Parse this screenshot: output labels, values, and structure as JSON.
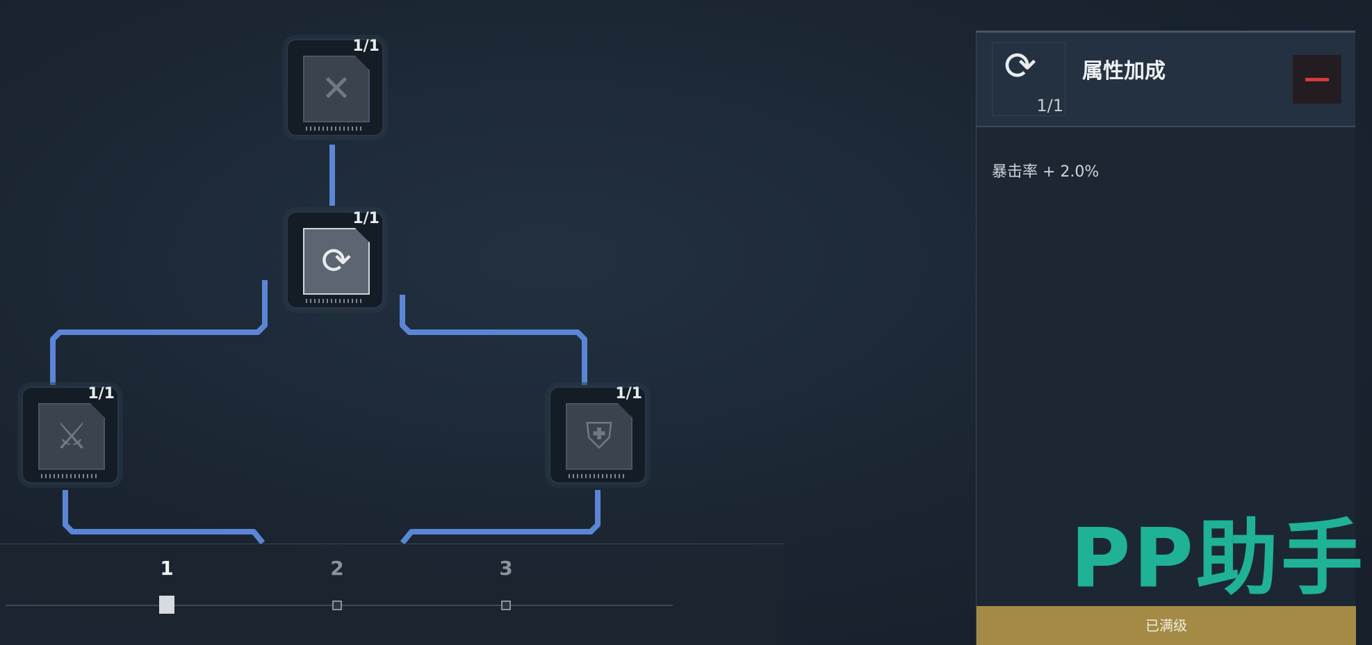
{
  "tree": {
    "nodes": [
      {
        "id": "top",
        "level": "1/1",
        "icon": "bullet-cross-icon",
        "active": false
      },
      {
        "id": "middle",
        "level": "1/1",
        "icon": "bullet-cycle-icon",
        "active": true
      },
      {
        "id": "left",
        "level": "1/1",
        "icon": "crossed-swords-icon",
        "active": false
      },
      {
        "id": "right",
        "level": "1/1",
        "icon": "armor-icon",
        "active": false
      }
    ],
    "link_color": "#5b86d6"
  },
  "steps": {
    "items": [
      "1",
      "2",
      "3"
    ],
    "selected": "1"
  },
  "detail": {
    "title": "属性加成",
    "level": "1/1",
    "stat": "暴击率 + 2.0%",
    "status": "已满级"
  },
  "watermark": "PP助手"
}
